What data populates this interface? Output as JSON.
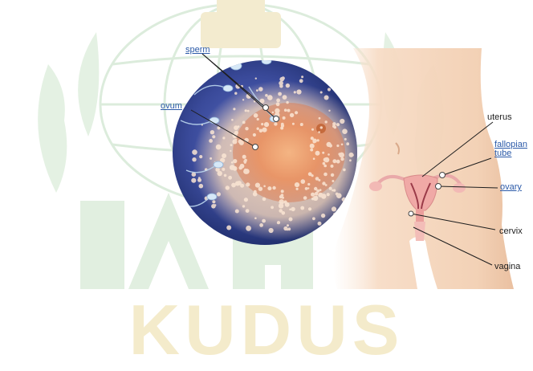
{
  "labels": {
    "sperm": "sperm",
    "ovum": "ovum",
    "uterus": "uterus",
    "fallopian_line1": "fallopian",
    "fallopian_line2": "tube",
    "ovary": "ovary",
    "cervix": "cervix",
    "vagina": "vagina"
  },
  "watermark": {
    "text": "KUDUS"
  },
  "colors": {
    "link_label": "#2b5aa8",
    "dark_label": "#1e1e1e",
    "watermark_green": "#d7ecd9",
    "watermark_cream": "#f3e9c6",
    "skin": "#f4d3b8",
    "circle_blue": "#2c3d86",
    "ovum_orange": "#e98c5a"
  }
}
